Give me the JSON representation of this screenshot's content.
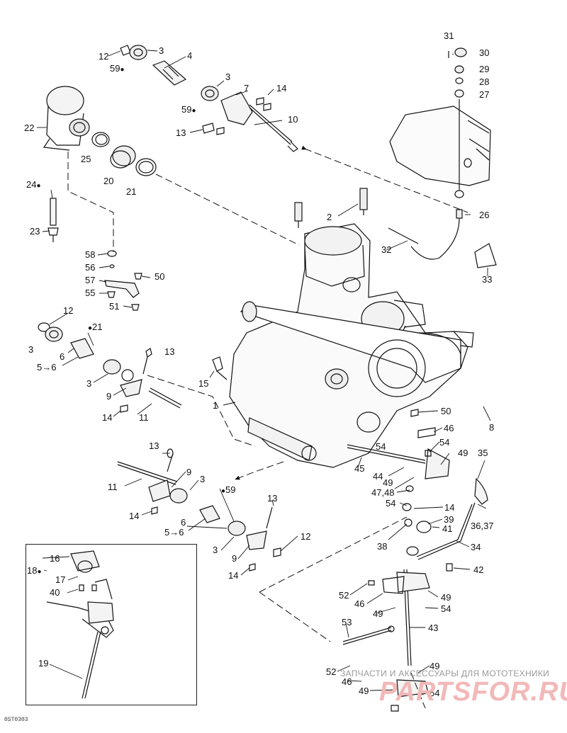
{
  "diagram_code": "0ST0303",
  "watermark": {
    "line1": "ЗАПЧАСТИ И АКСЕССУАРЫ ДЛЯ МОТОТЕХНИКИ",
    "line2": "PARTSFOR.RU"
  },
  "callouts": [
    {
      "id": "c12a",
      "text": "12"
    },
    {
      "id": "c3a",
      "text": "3"
    },
    {
      "id": "c59a",
      "text": "59"
    },
    {
      "id": "c4",
      "text": "4"
    },
    {
      "id": "c3b",
      "text": "3"
    },
    {
      "id": "c59b",
      "text": "59"
    },
    {
      "id": "c7",
      "text": "7"
    },
    {
      "id": "c14a",
      "text": "14"
    },
    {
      "id": "c13a",
      "text": "13"
    },
    {
      "id": "c10",
      "text": "10"
    },
    {
      "id": "c22",
      "text": "22"
    },
    {
      "id": "c25",
      "text": "25"
    },
    {
      "id": "c20",
      "text": "20"
    },
    {
      "id": "c21a",
      "text": "21"
    },
    {
      "id": "c24",
      "text": "24"
    },
    {
      "id": "c23",
      "text": "23"
    },
    {
      "id": "c58",
      "text": "58"
    },
    {
      "id": "c56",
      "text": "56"
    },
    {
      "id": "c57",
      "text": "57"
    },
    {
      "id": "c50a",
      "text": "50"
    },
    {
      "id": "c55",
      "text": "55"
    },
    {
      "id": "c51",
      "text": "51"
    },
    {
      "id": "c2",
      "text": "2"
    },
    {
      "id": "c31",
      "text": "31"
    },
    {
      "id": "c30",
      "text": "30"
    },
    {
      "id": "c29",
      "text": "29"
    },
    {
      "id": "c28",
      "text": "28"
    },
    {
      "id": "c27",
      "text": "27"
    },
    {
      "id": "c26",
      "text": "26"
    },
    {
      "id": "c32",
      "text": "32"
    },
    {
      "id": "c33",
      "text": "33"
    },
    {
      "id": "c12b",
      "text": "12"
    },
    {
      "id": "c21b",
      "text": "21"
    },
    {
      "id": "c3c",
      "text": "3"
    },
    {
      "id": "c6a",
      "text": "6"
    },
    {
      "id": "c56b",
      "text": "5→6"
    },
    {
      "id": "c3d",
      "text": "3"
    },
    {
      "id": "c13b",
      "text": "13"
    },
    {
      "id": "c9a",
      "text": "9"
    },
    {
      "id": "c14b",
      "text": "14"
    },
    {
      "id": "c11a",
      "text": "11"
    },
    {
      "id": "c15",
      "text": "15"
    },
    {
      "id": "c1",
      "text": "1"
    },
    {
      "id": "c13c",
      "text": "13"
    },
    {
      "id": "c9b",
      "text": "9"
    },
    {
      "id": "c3e",
      "text": "3"
    },
    {
      "id": "c11b",
      "text": "11"
    },
    {
      "id": "c14c",
      "text": "14"
    },
    {
      "id": "c59c",
      "text": "59"
    },
    {
      "id": "c6b",
      "text": "6"
    },
    {
      "id": "c56c",
      "text": "5→6"
    },
    {
      "id": "c13d",
      "text": "13"
    },
    {
      "id": "c12c",
      "text": "12"
    },
    {
      "id": "c3f",
      "text": "3"
    },
    {
      "id": "c9c",
      "text": "9"
    },
    {
      "id": "c14d",
      "text": "14"
    },
    {
      "id": "c50b",
      "text": "50"
    },
    {
      "id": "c8",
      "text": "8"
    },
    {
      "id": "c46a",
      "text": "46"
    },
    {
      "id": "c54a",
      "text": "54"
    },
    {
      "id": "c54b",
      "text": "54"
    },
    {
      "id": "c49a",
      "text": "49"
    },
    {
      "id": "c35",
      "text": "35"
    },
    {
      "id": "c45",
      "text": "45"
    },
    {
      "id": "c44",
      "text": "44"
    },
    {
      "id": "c49b",
      "text": "49"
    },
    {
      "id": "c4748",
      "text": "47,48"
    },
    {
      "id": "c54c",
      "text": "54"
    },
    {
      "id": "c14e",
      "text": "14"
    },
    {
      "id": "c39",
      "text": "39"
    },
    {
      "id": "c3637",
      "text": "36,37"
    },
    {
      "id": "c41",
      "text": "41"
    },
    {
      "id": "c38",
      "text": "38"
    },
    {
      "id": "c34",
      "text": "34"
    },
    {
      "id": "c42",
      "text": "42"
    },
    {
      "id": "c16",
      "text": "16"
    },
    {
      "id": "c18",
      "text": "18"
    },
    {
      "id": "c17",
      "text": "17"
    },
    {
      "id": "c40",
      "text": "40"
    },
    {
      "id": "c52a",
      "text": "52"
    },
    {
      "id": "c49c",
      "text": "49"
    },
    {
      "id": "c46b",
      "text": "46"
    },
    {
      "id": "c49d",
      "text": "49"
    },
    {
      "id": "c54d",
      "text": "54"
    },
    {
      "id": "c53",
      "text": "53"
    },
    {
      "id": "c43",
      "text": "43"
    },
    {
      "id": "c19",
      "text": "19"
    },
    {
      "id": "c49e",
      "text": "49"
    },
    {
      "id": "c52b",
      "text": "52"
    },
    {
      "id": "c46c",
      "text": "46"
    },
    {
      "id": "c49f",
      "text": "49"
    },
    {
      "id": "c54e",
      "text": "54"
    }
  ]
}
